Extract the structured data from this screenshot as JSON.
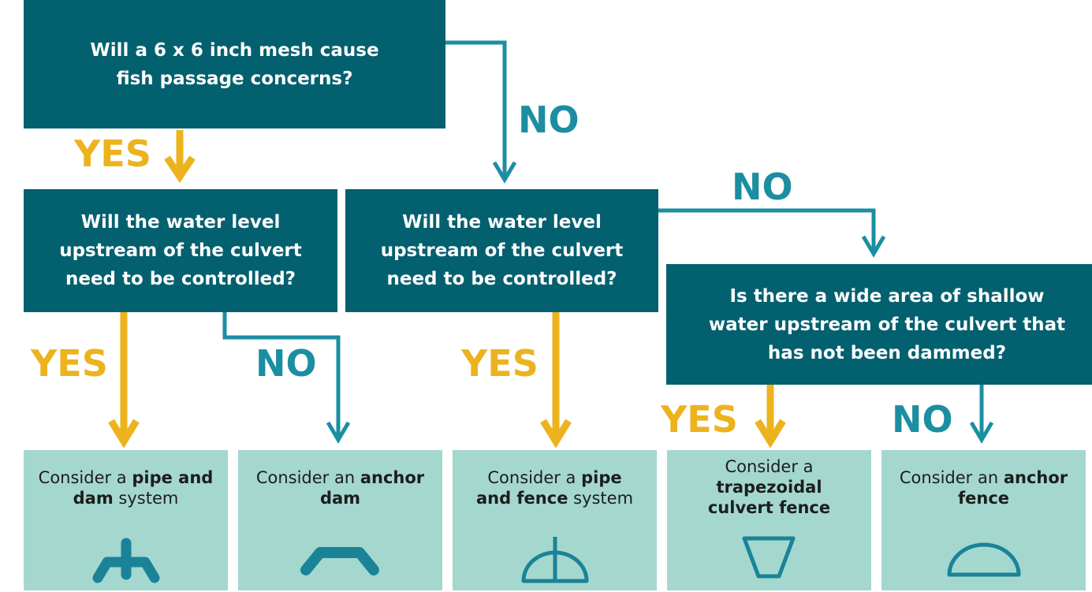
{
  "questions": {
    "q1": "Will a 6 x 6 inch mesh cause fish passage concerns?",
    "q2": "Will the water level upstream of the culvert need to be controlled?",
    "q3": "Will the water level upstream of the culvert need to be controlled?",
    "q4": "Is there a wide area of shallow water upstream of the culvert that has not been dammed?"
  },
  "labels": {
    "yes": "YES",
    "no": "NO"
  },
  "results": [
    {
      "prefix": "Consider a ",
      "bold": "pipe and dam",
      "suffix": " system",
      "icon": "pipe-and-dam-icon"
    },
    {
      "prefix": "Consider an ",
      "bold": "anchor dam",
      "suffix": "",
      "icon": "anchor-dam-icon"
    },
    {
      "prefix": "Consider a ",
      "bold": "pipe and fence",
      "suffix": " system",
      "icon": "pipe-and-fence-icon"
    },
    {
      "prefix": "Consider a ",
      "bold": "trapezoidal culvert fence",
      "suffix": "",
      "icon": "trapezoidal-culvert-fence-icon"
    },
    {
      "prefix": "Consider an ",
      "bold": "anchor fence",
      "suffix": "",
      "icon": "anchor-fence-icon"
    }
  ],
  "colors": {
    "box": "#03606f",
    "result": "#a4d8cf",
    "yes": "#ecb31e",
    "no": "#1c8ea1",
    "icon": "#1a8398"
  }
}
